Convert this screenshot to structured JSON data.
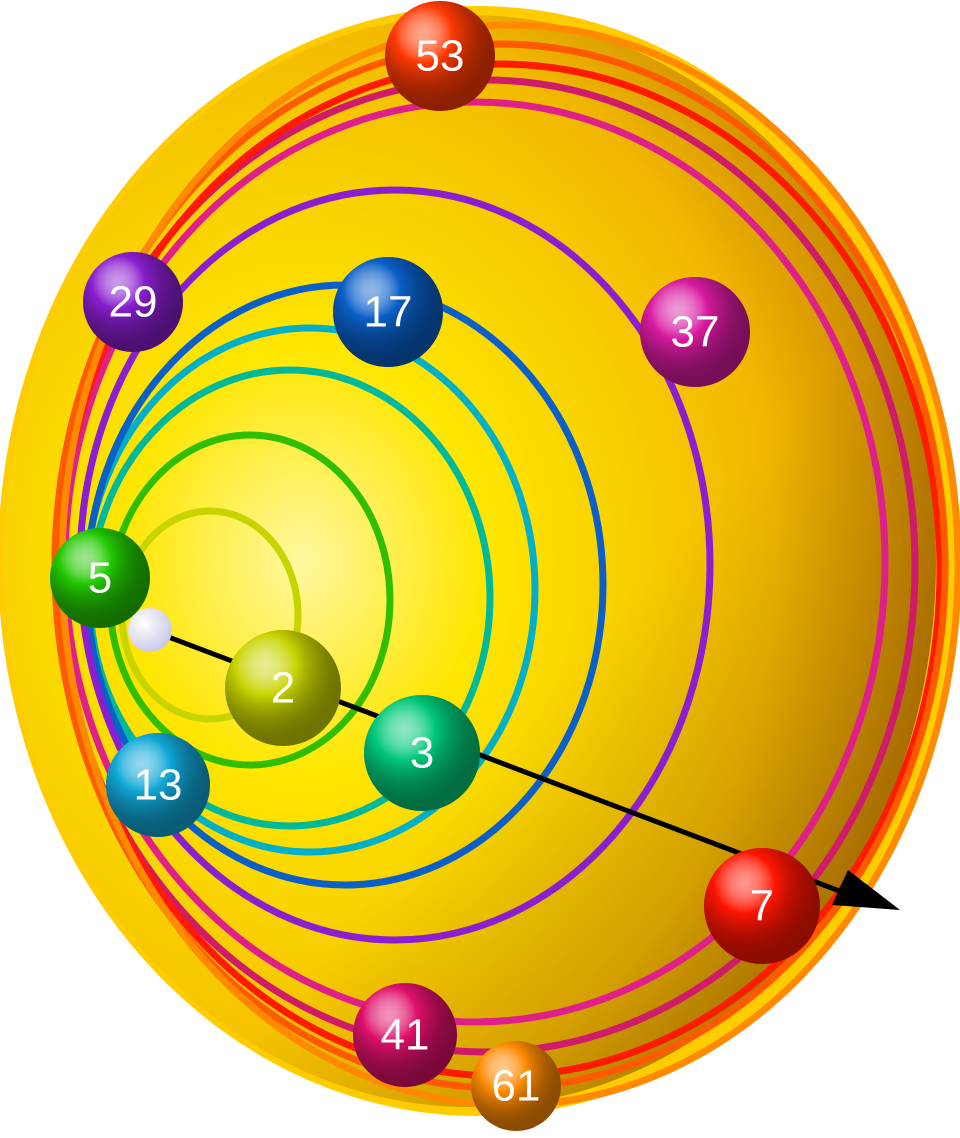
{
  "colors": {
    "cone_light": "#fff200",
    "cone_mid": "#f7c200",
    "cone_dark": "#b06a00",
    "axis": "#000000",
    "apex": "#ffffff"
  },
  "orbits": [
    {
      "color": "#c8d400"
    },
    {
      "color": "#2fbf00"
    },
    {
      "color": "#00b89a"
    },
    {
      "color": "#00b0c8"
    },
    {
      "color": "#0a5fc8"
    },
    {
      "color": "#8a1ed0"
    },
    {
      "color": "#e0208a"
    },
    {
      "color": "#d01a6a"
    },
    {
      "color": "#ff1a00"
    },
    {
      "color": "#ff5a00"
    },
    {
      "color": "#ff8a00"
    }
  ],
  "primes": [
    {
      "label": "2",
      "color": "#c8d400"
    },
    {
      "label": "3",
      "color": "#00c878"
    },
    {
      "label": "5",
      "color": "#22c800"
    },
    {
      "label": "7",
      "color": "#ff1500"
    },
    {
      "label": "13",
      "color": "#10a8d8"
    },
    {
      "label": "17",
      "color": "#0a5fc8"
    },
    {
      "label": "29",
      "color": "#8a1ed0"
    },
    {
      "label": "37",
      "color": "#d81aa0"
    },
    {
      "label": "41",
      "color": "#e0106a"
    },
    {
      "label": "53",
      "color": "#ff3a00"
    },
    {
      "label": "61",
      "color": "#ff8a00"
    }
  ]
}
